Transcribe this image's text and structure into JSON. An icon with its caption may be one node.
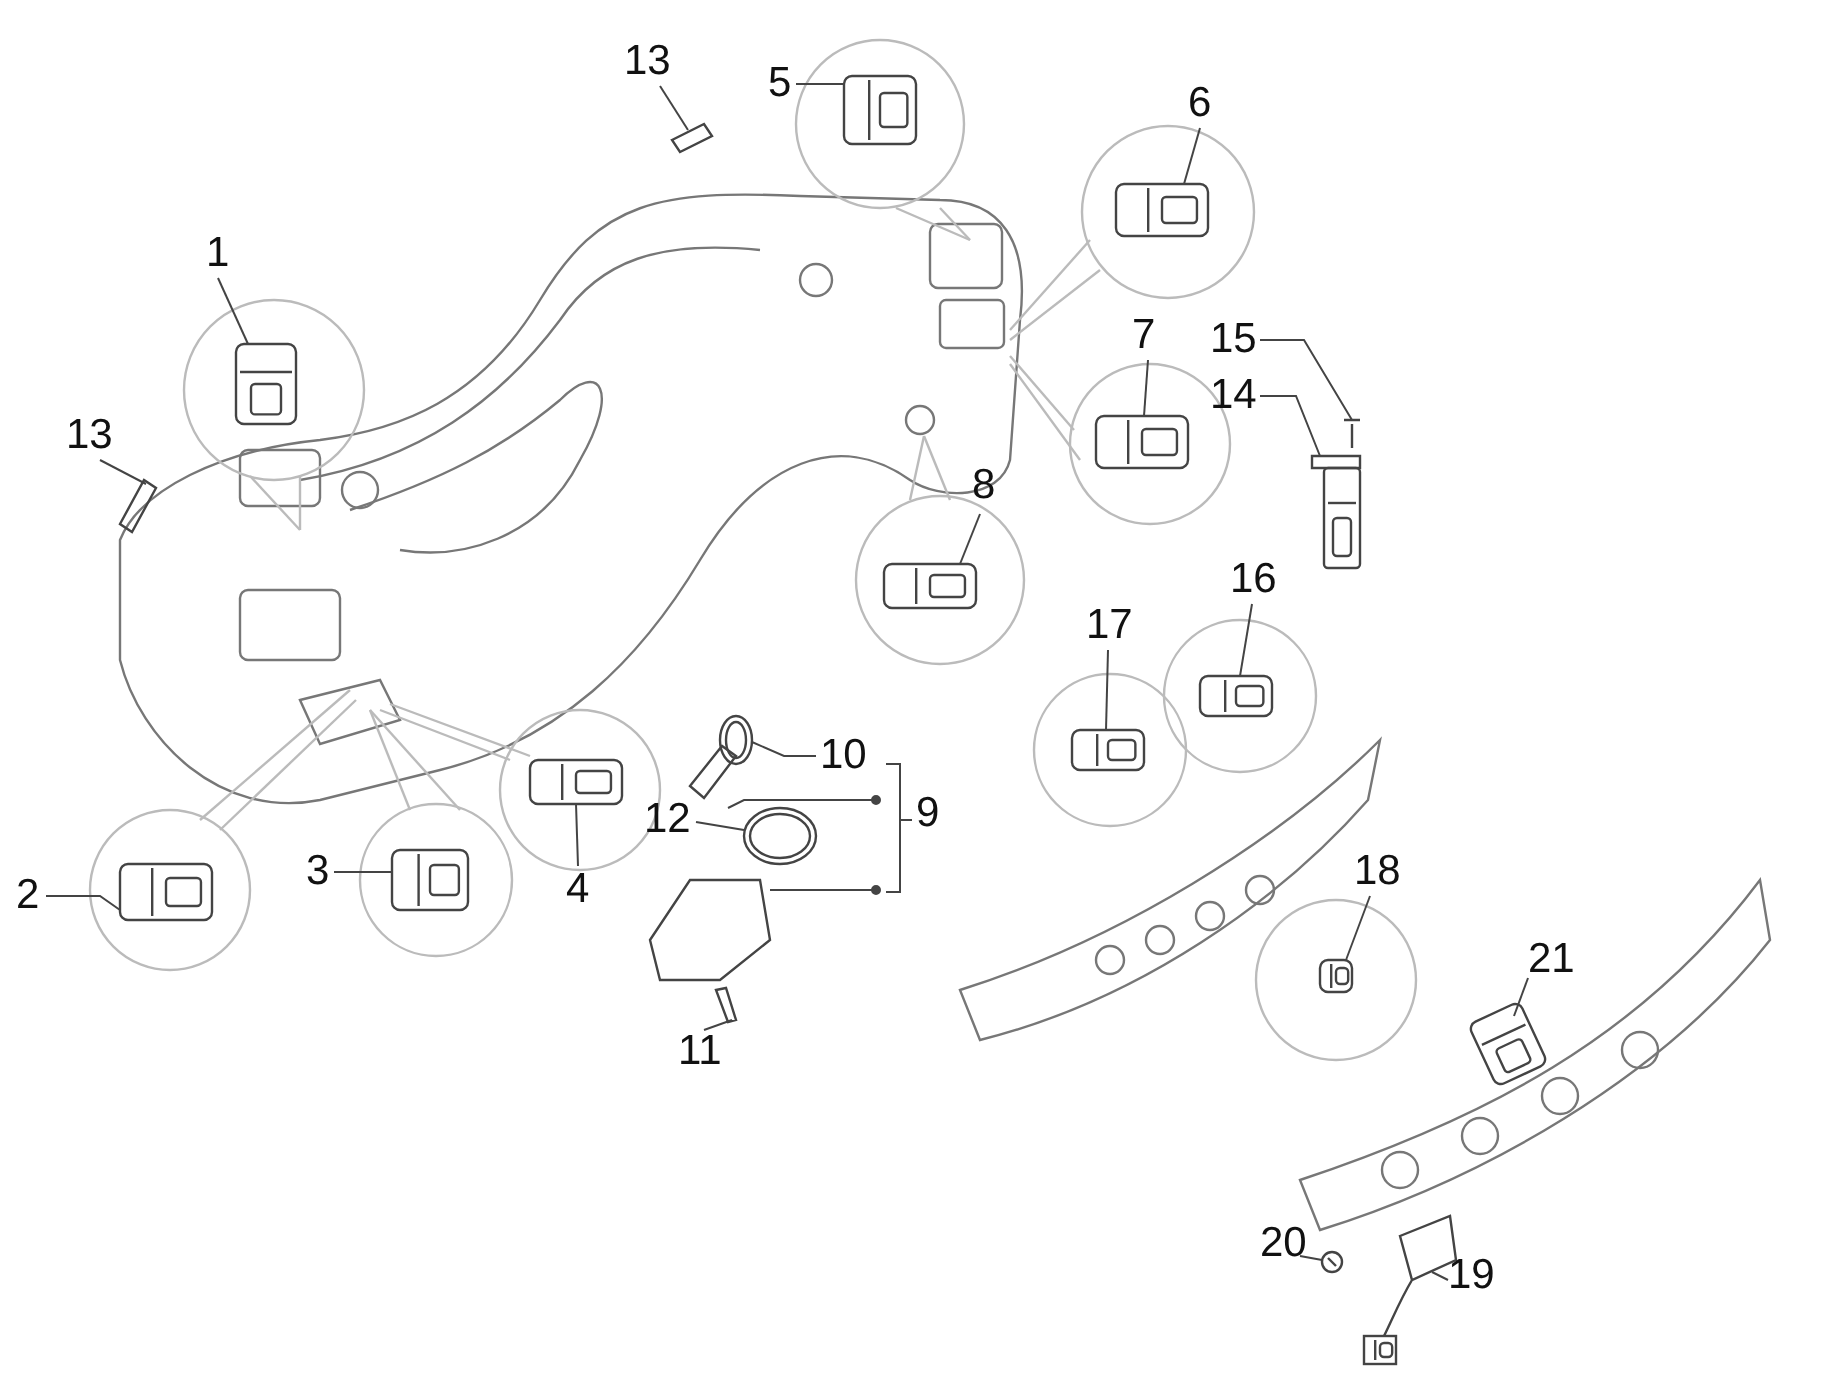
{
  "diagram": {
    "nodes": [
      {
        "text": [
          "13"
        ]
      },
      {
        "text": [
          "5"
        ]
      },
      {
        "text": [
          "6"
        ]
      },
      {
        "text": [
          "1"
        ]
      },
      {
        "text": [
          "7"
        ]
      },
      {
        "text": [
          "15"
        ]
      },
      {
        "text": [
          "14"
        ]
      },
      {
        "text": [
          "13"
        ]
      },
      {
        "text": [
          "8"
        ]
      },
      {
        "text": [
          "16"
        ]
      },
      {
        "text": [
          "17"
        ]
      },
      {
        "text": [
          "10"
        ]
      },
      {
        "text": [
          "12"
        ]
      },
      {
        "text": [
          "18"
        ]
      },
      {
        "text": [
          "3"
        ]
      },
      {
        "text": [
          "4"
        ]
      },
      {
        "text": [
          "2"
        ]
      },
      {
        "text": [
          "21"
        ]
      },
      {
        "text": [
          "11"
        ]
      },
      {
        "text": [
          "20"
        ]
      },
      {
        "text": [
          "19"
        ]
      },
      {
        "text": [],
        "shape": "picture"
      },
      {
        "text": [],
        "shape": "picture"
      },
      {
        "text": [],
        "shape": "picture"
      },
      {
        "text": [],
        "shape": "picture"
      },
      {
        "text": [],
        "shape": "picture"
      },
      {
        "text": [],
        "shape": "picture"
      },
      {
        "text": [],
        "shape": "picture"
      },
      {
        "text": [],
        "shape": "picture"
      },
      {
        "text": [],
        "shape": "picture"
      },
      {
        "text": [],
        "shape": "picture"
      },
      {
        "text": [],
        "shape": "picture"
      },
      {
        "text": [],
        "shape": "picture"
      },
      {
        "text": [],
        "shape": "picture"
      },
      {
        "text": [],
        "shape": "picture"
      },
      {
        "text": [],
        "shape": "picture"
      },
      {
        "text": [],
        "shape": "picture"
      },
      {
        "text": [],
        "shape": "picture"
      },
      {
        "text": [],
        "shape": "picture"
      },
      {
        "text": [],
        "shape": "picture"
      },
      {
        "text": [],
        "shape": "picture"
      },
      {
        "text": [],
        "shape": "picture"
      }
    ],
    "edges": [
      {
        "from": 0,
        "to": 21,
        "arrow": "none"
      },
      {
        "from": 1,
        "to": 22,
        "arrow": "none"
      },
      {
        "from": 2,
        "to": 23,
        "arrow": "none"
      },
      {
        "from": 3,
        "to": 24,
        "arrow": "none"
      },
      {
        "from": 4,
        "to": 25,
        "arrow": "none"
      },
      {
        "from": 5,
        "to": 26,
        "arrow": "none"
      },
      {
        "from": 6,
        "to": 27,
        "arrow": "none"
      },
      {
        "from": 7,
        "to": 28,
        "arrow": "none"
      },
      {
        "from": 8,
        "to": 29,
        "arrow": "none"
      },
      {
        "from": 9,
        "to": 30,
        "arrow": "none"
      },
      {
        "from": 10,
        "to": 31,
        "arrow": "none"
      },
      {
        "from": 11,
        "to": 32,
        "arrow": "none"
      },
      {
        "from": 12,
        "to": 33,
        "arrow": "none"
      },
      {
        "from": 13,
        "to": 34,
        "arrow": "none"
      },
      {
        "from": 14,
        "to": 35,
        "arrow": "none"
      },
      {
        "from": 15,
        "to": 36,
        "arrow": "none"
      },
      {
        "from": 16,
        "to": 37,
        "arrow": "none"
      },
      {
        "from": 17,
        "to": 38,
        "arrow": "none"
      },
      {
        "from": 18,
        "to": 39,
        "arrow": "none"
      },
      {
        "from": 19,
        "to": 40,
        "arrow": "none"
      },
      {
        "from": 20,
        "to": 41,
        "arrow": "none"
      }
    ],
    "labels": [
      "9"
    ]
  }
}
